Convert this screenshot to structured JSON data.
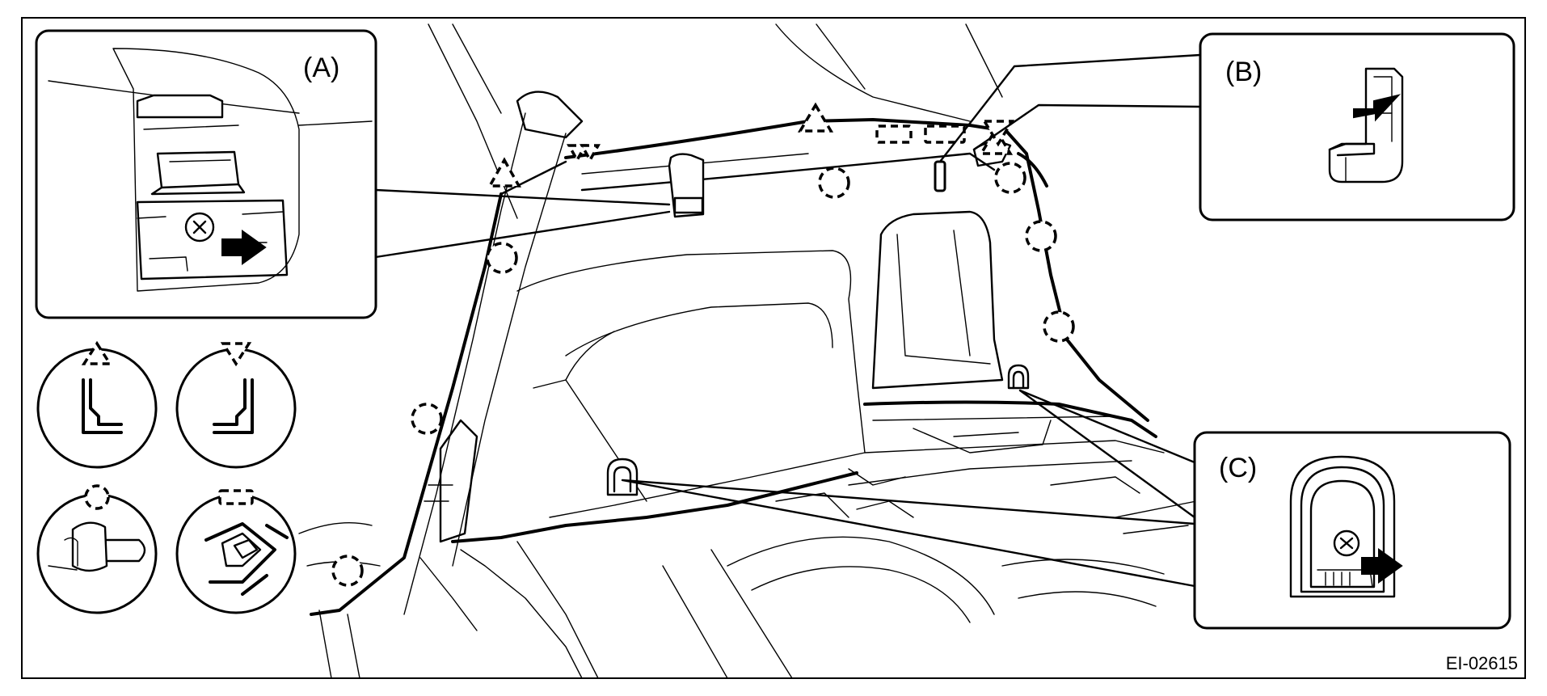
{
  "figure_code": "EI-02615",
  "callouts": {
    "a": "(A)",
    "b": "(B)",
    "c": "(C)"
  },
  "colors": {
    "line": "#000000",
    "background": "#ffffff"
  },
  "icons": [
    "clip-triangle-up-icon",
    "clip-triangle-down-icon",
    "clip-round-icon",
    "clip-square-icon",
    "push-arrow-icon"
  ]
}
